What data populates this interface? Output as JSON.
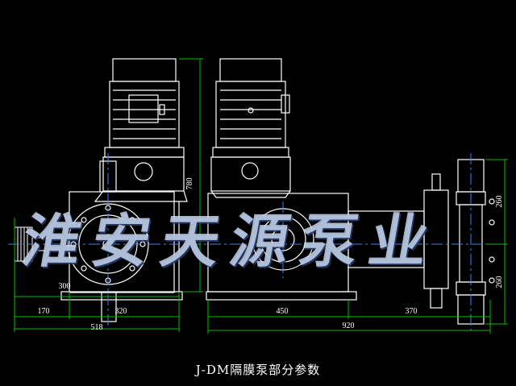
{
  "caption": "J-DM隔膜泵部分参数",
  "watermark": "淮安天源泵业",
  "dimensions": {
    "height_780": "780",
    "depth_300": "300",
    "w_170": "170",
    "w_320": "320",
    "w_518": "518",
    "w_450": "450",
    "w_370": "370",
    "w_920": "920",
    "h_260_top": "260",
    "h_260_bottom": "260"
  },
  "colors": {
    "background": "#000000",
    "outline": "#ffffff",
    "dimension_line": "#00c000",
    "center_line": "#3f7fff",
    "pipe": "#8f8f8f",
    "watermark": "#cddcf2"
  }
}
